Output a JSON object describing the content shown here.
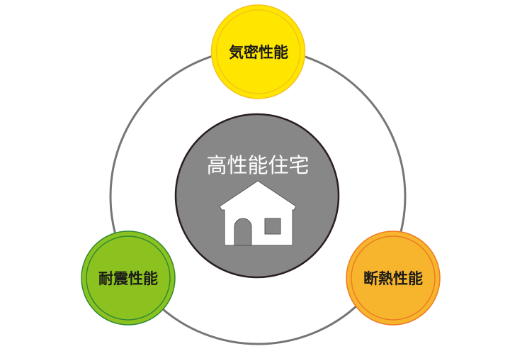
{
  "diagram": {
    "center": {
      "label": "高性能住宅",
      "icon": "house-icon",
      "fill": "#878787",
      "stroke": "#2a1f1f",
      "text_color": "#ffffff"
    },
    "outer_ring": {
      "stroke": "#767676"
    },
    "nodes": [
      {
        "id": "airtightness",
        "label": "気密性能",
        "fill": "#ffe600",
        "stroke": "#f6c21b",
        "inner_stroke": "#f5c516",
        "text_color": "#1a1a1a"
      },
      {
        "id": "earthquake",
        "label": "耐震性能",
        "fill": "#8cc21f",
        "stroke": "#2f8a35",
        "inner_stroke": "#2f8a35",
        "text_color": "#1a1a1a"
      },
      {
        "id": "insulation",
        "label": "断熱性能",
        "fill": "#f7b52e",
        "stroke": "#ee7a22",
        "inner_stroke": "#ee7a22",
        "text_color": "#1a1a1a"
      }
    ]
  }
}
